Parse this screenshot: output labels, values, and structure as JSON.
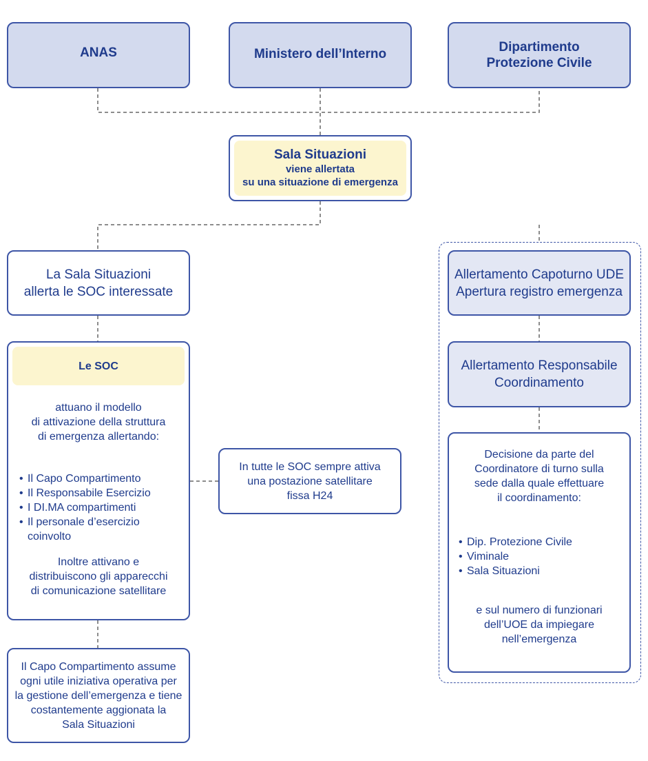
{
  "top_row": {
    "anas": "ANAS",
    "ministero": "Ministero dell’Interno",
    "dipartimento_line1": "Dipartimento",
    "dipartimento_line2": "Protezione Civile"
  },
  "sala": {
    "title": "Sala Situazioni",
    "line2": "viene allertata",
    "line3": "su una situazione di emergenza"
  },
  "left": {
    "alert_line1": "La Sala Situazioni",
    "alert_line2": "allerta le SOC interessate",
    "soc": {
      "title": "Le SOC",
      "intro": [
        "attuano il modello",
        "di attivazione della struttura",
        "di emergenza allertando:"
      ],
      "bullets": [
        "Il Capo Compartimento",
        "Il Responsabile Esercizio",
        "I DI.MA compartimenti",
        "Il personale d’esercizio coinvolto"
      ],
      "outro": [
        "Inoltre attivano e",
        "distribuiscono gli apparecchi",
        "di comunicazione satellitare"
      ]
    },
    "capo": [
      "Il Capo Compartimento assume",
      "ogni utile iniziativa operativa per",
      "la gestione dell’emergenza e tiene",
      "costantemente aggionata la",
      "Sala Situazioni"
    ]
  },
  "middle": {
    "satellite": [
      "In tutte le SOC sempre attiva",
      "una postazione satellitare",
      "fissa H24"
    ]
  },
  "right": {
    "capoturno": [
      "Allertamento Capoturno UDE",
      "Apertura registro emergenza"
    ],
    "responsabile": [
      "Allertamento Responsabile",
      "Coordinamento"
    ],
    "decisione": {
      "intro": [
        "Decisione da parte del",
        "Coordinatore di turno sulla",
        "sede dalla quale effettuare",
        "il coordinamento:"
      ],
      "bullets": [
        "Dip. Protezione Civile",
        "Viminale",
        "Sala Situazioni"
      ],
      "outro": [
        "e sul numero di funzionari",
        "dell’UOE da impiegare",
        "nell’emergenza"
      ]
    }
  },
  "colors": {
    "border": "#3d55a6",
    "text": "#1f3b8c",
    "top_fill": "#d3daee",
    "shaded_fill": "#e3e7f4",
    "highlight": "#fcf5cf",
    "connector": "#666666"
  }
}
